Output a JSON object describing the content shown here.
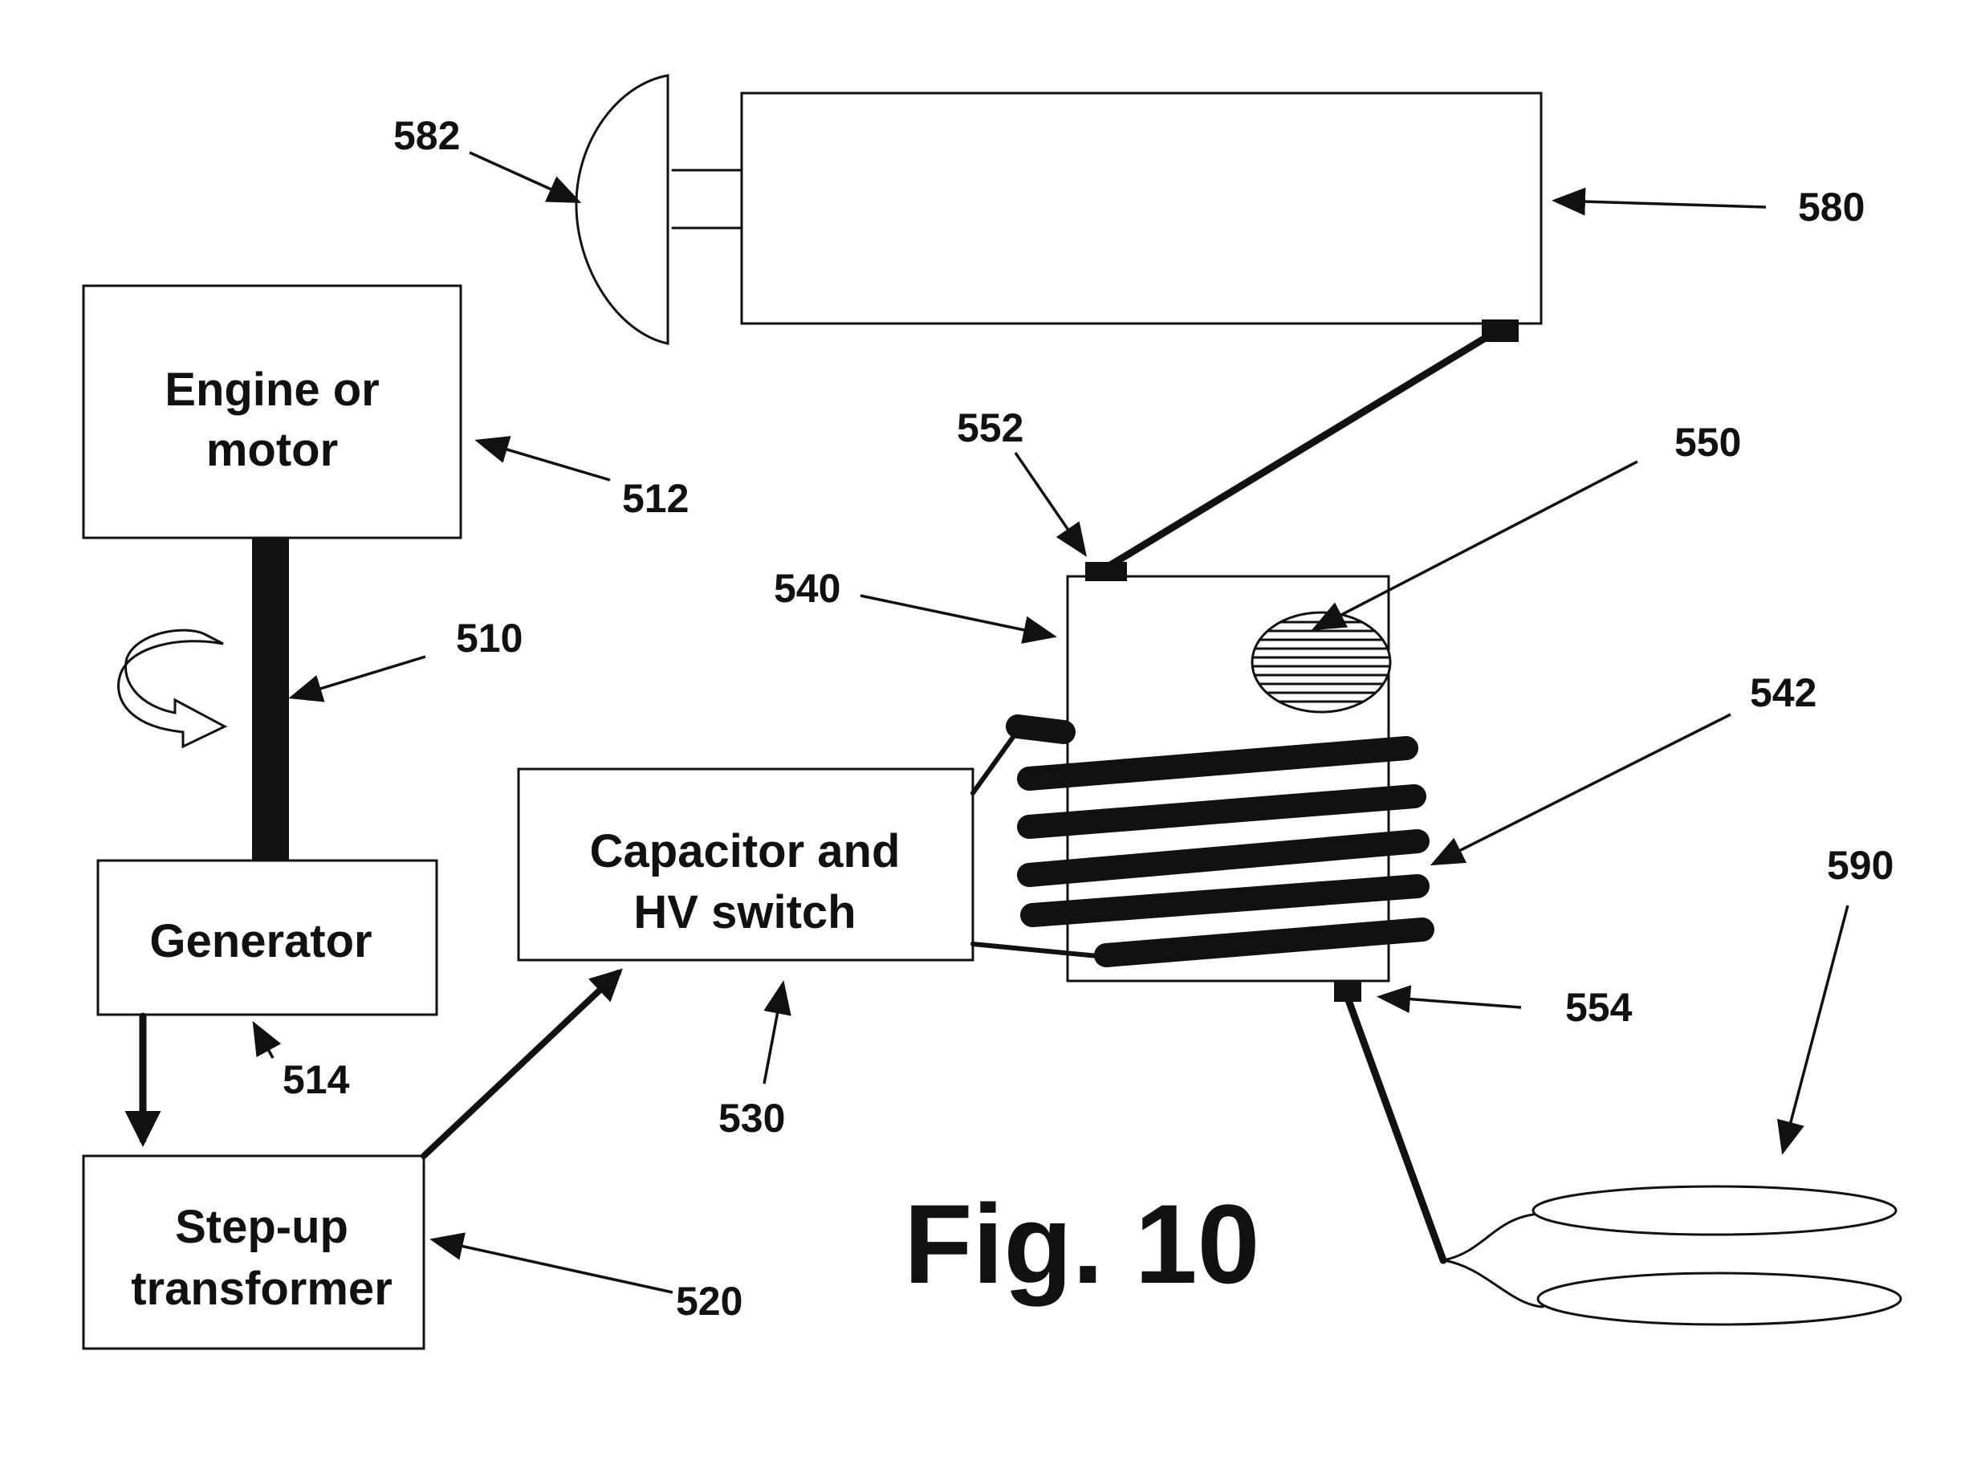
{
  "figure": {
    "title": "Fig. 10"
  },
  "blocks": {
    "engine": {
      "line1": "Engine  or",
      "line2": "motor"
    },
    "generator": {
      "label": "Generator"
    },
    "transformer": {
      "line1": "Step-up",
      "line2": "transformer"
    },
    "capacitor": {
      "line1": "Capacitor and",
      "line2": "HV switch"
    }
  },
  "refs": {
    "r510": "510",
    "r512": "512",
    "r514": "514",
    "r520": "520",
    "r530": "530",
    "r540": "540",
    "r542": "542",
    "r550": "550",
    "r552": "552",
    "r554": "554",
    "r580": "580",
    "r582": "582",
    "r590": "590"
  }
}
